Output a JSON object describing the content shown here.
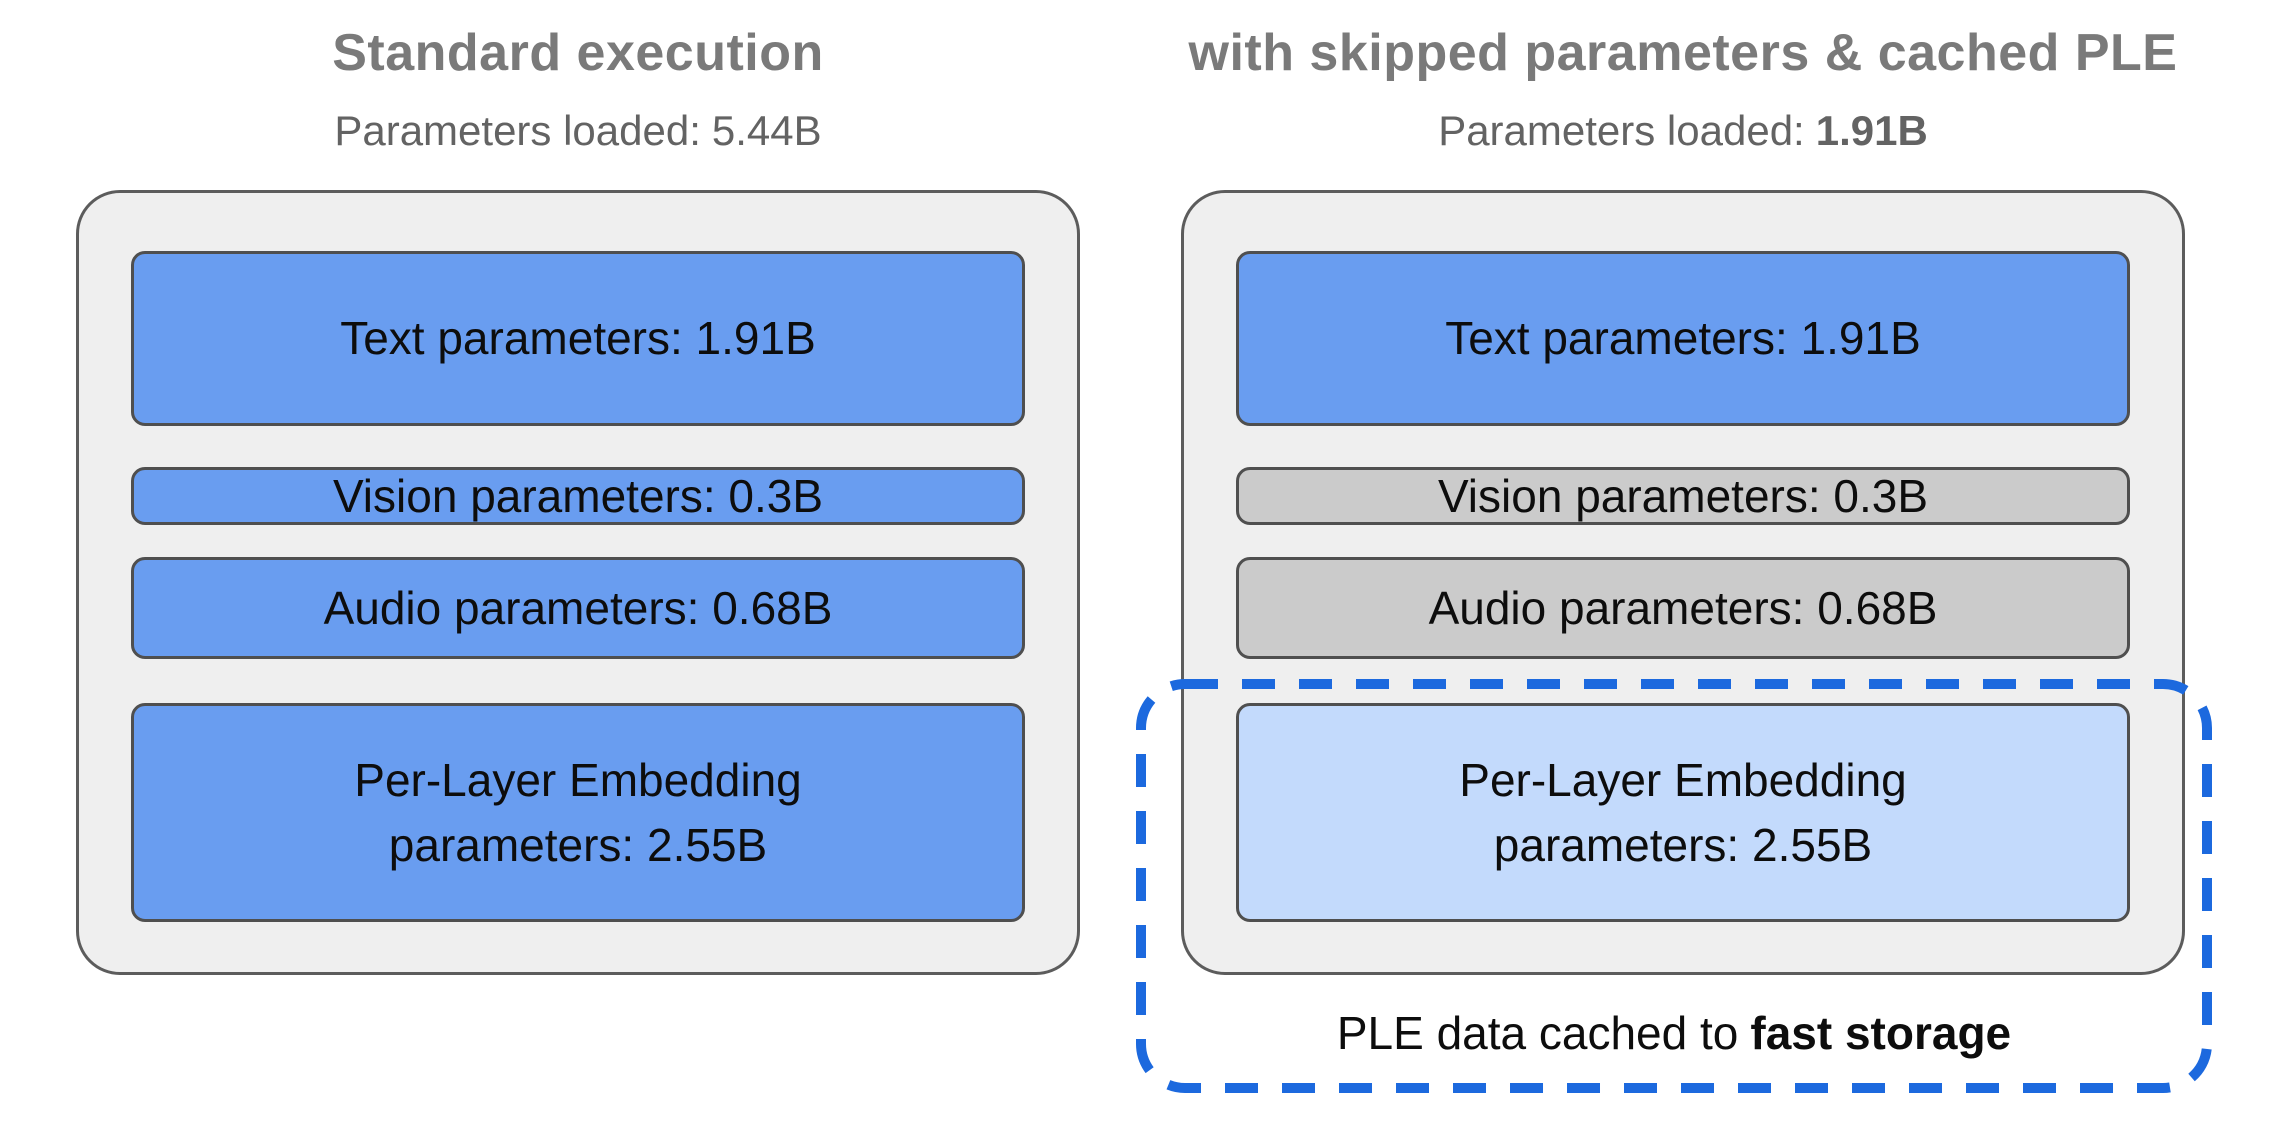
{
  "figure": {
    "panels": [
      {
        "title": "Standard execution",
        "params_loaded_label": "Parameters loaded:",
        "params_loaded_value": "5.44B",
        "boxes": [
          {
            "label": "Text parameters: 1.91B",
            "state": "loaded"
          },
          {
            "label": "Vision parameters: 0.3B",
            "state": "loaded"
          },
          {
            "label": "Audio parameters: 0.68B",
            "state": "loaded"
          },
          {
            "lines": [
              "Per-Layer Embedding",
              "parameters: 2.55B"
            ],
            "state": "loaded"
          }
        ]
      },
      {
        "title": "with skipped parameters & cached PLE",
        "params_loaded_label": "Parameters loaded:",
        "params_loaded_value": "1.91B",
        "boxes": [
          {
            "label": "Text parameters: 1.91B",
            "state": "loaded"
          },
          {
            "label": "Vision parameters: 0.3B",
            "state": "skipped"
          },
          {
            "label": "Audio parameters: 0.68B",
            "state": "skipped"
          },
          {
            "lines": [
              "Per-Layer Embedding",
              "parameters: 2.55B"
            ],
            "state": "cached"
          }
        ],
        "callout": {
          "prefix": "PLE data cached to",
          "bold": "fast storage"
        }
      }
    ],
    "colors": {
      "loaded_box": "#699df0",
      "skipped_box": "#cbcbcb",
      "cached_box": "#c3dafc",
      "container_bg": "#efefef",
      "container_border": "#5c5c5c",
      "box_border": "#4f4f4f",
      "title_text": "#7a7a7a",
      "subtitle_text": "#636363",
      "dashed_outline": "#1c69de"
    }
  }
}
